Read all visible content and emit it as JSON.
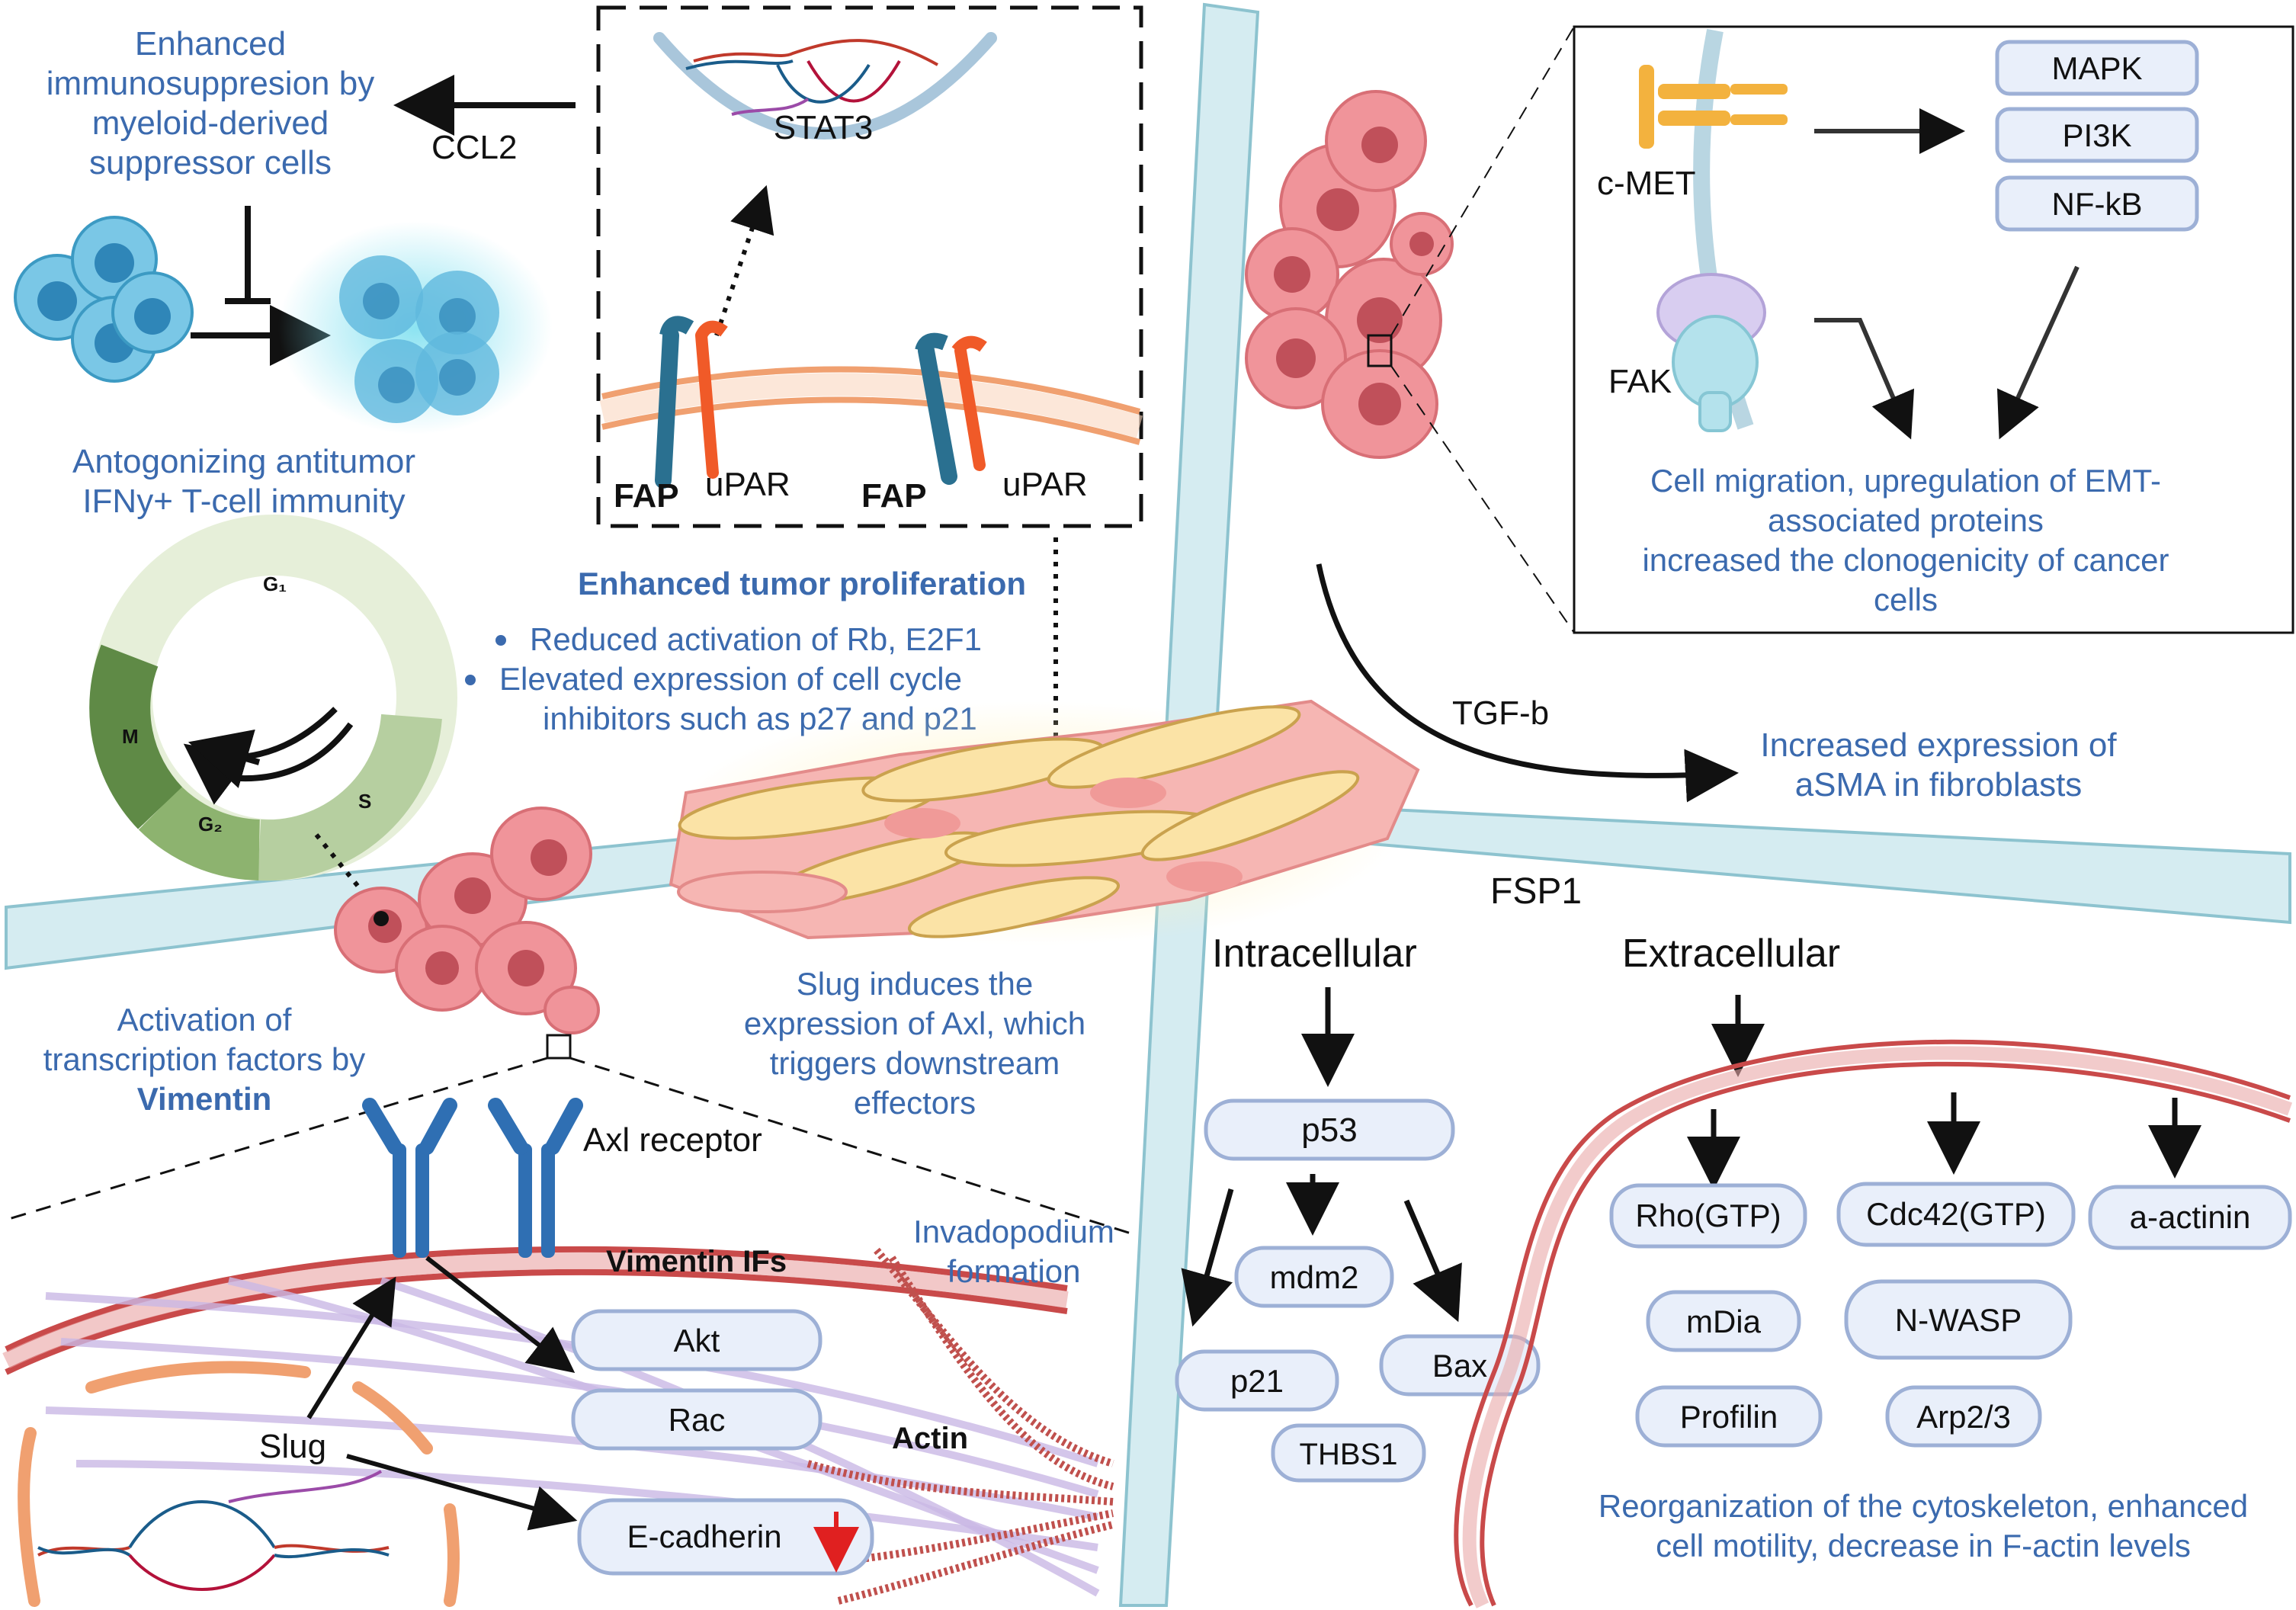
{
  "colors": {
    "text_blue": "#3b6aae",
    "text_black": "#111111",
    "pill_fill": "#e9effa",
    "pill_stroke": "#9db0d6",
    "tumor_cell": "#f0949a",
    "tcell": "#5fb8dd",
    "divider": "#cfe8ee"
  },
  "top_left": {
    "immunosuppression": [
      "Enhanced",
      "immunosuppresion by",
      "myeloid-derived",
      "suppressor cells"
    ],
    "ccl2": "CCL2",
    "antagonizing": [
      "Antogonizing antitumor",
      "IFNy+ T-cell immunity"
    ]
  },
  "top_center": {
    "stat3": "STAT3",
    "fap_left": "FAP",
    "upar_left": "uPAR",
    "fap_right": "FAP",
    "upar_right": "uPAR"
  },
  "proliferation": {
    "title": "Enhanced tumor proliferation",
    "bullets": [
      "Reduced activation of Rb, E2F1",
      "Elevated expression of cell cycle",
      "inhibitors such as p27 and p21"
    ]
  },
  "cell_cycle": {
    "phases": [
      "G₁",
      "S",
      "G₂",
      "M"
    ]
  },
  "top_right": {
    "cmet": "c-MET",
    "fak": "FAK",
    "pathways": [
      "MAPK",
      "PI3K",
      "NF-kB"
    ],
    "migration": [
      "Cell migration, upregulation of EMT-",
      "associated proteins",
      "increased the clonogenicity of cancer",
      "cells"
    ],
    "tgfb": "TGF-b",
    "asma": [
      "Increased expression of",
      "aSMA in fibroblasts"
    ]
  },
  "center": {
    "fsp1": "FSP1",
    "slug_axl": [
      "Slug induces the",
      "expression of Axl, which",
      "triggers downstream",
      "effectors"
    ]
  },
  "bottom_left": {
    "vimentin_act": [
      "Activation of",
      "transcription factors by"
    ],
    "vimentin_bold": "Vimentin",
    "axl_receptor": "Axl receptor",
    "invadopodium": [
      "Invadopodium",
      "formation"
    ],
    "vimentin_ifs": "Vimentin IFs",
    "actin": "Actin",
    "slug": "Slug",
    "effectors": [
      "Akt",
      "Rac",
      "E-cadherin"
    ]
  },
  "bottom_right": {
    "intracellular": "Intracellular",
    "extracellular": "Extracellular",
    "p53": "p53",
    "mdm2": "mdm2",
    "p21": "p21",
    "bax": "Bax",
    "thbs1": "THBS1",
    "rho": "Rho(GTP)",
    "cdc42": "Cdc42(GTP)",
    "aactinin": "a-actinin",
    "mdia": "mDia",
    "nwasp": "N-WASP",
    "profilin": "Profilin",
    "arp": "Arp2/3",
    "reorg": [
      "Reorganization of the cytoskeleton, enhanced",
      "cell motility, decrease in F-actin levels"
    ]
  }
}
